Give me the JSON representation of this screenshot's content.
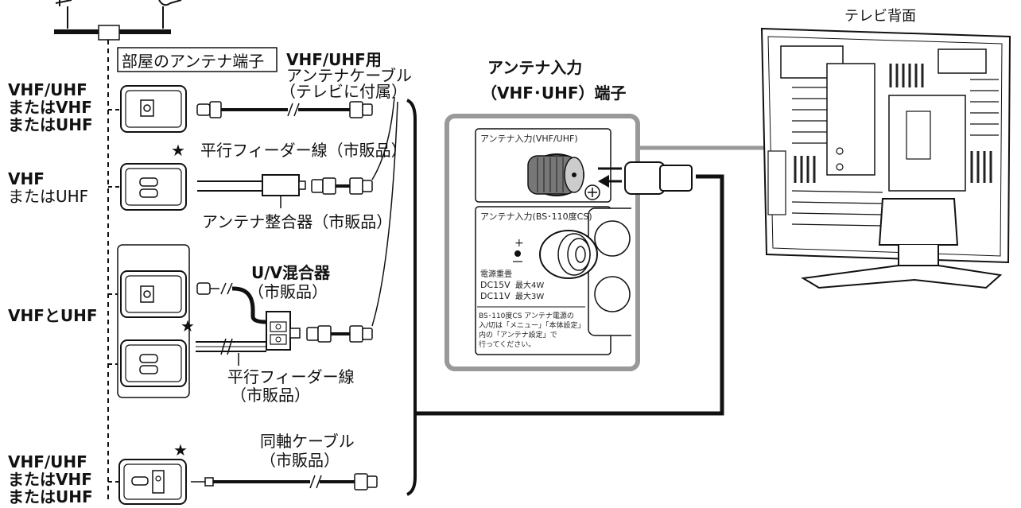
{
  "labels": {
    "room_terminal": "部屋のアンテナ端子",
    "cable_label_1": "VHF/UHF用",
    "cable_label_2": "アンテナケーブル",
    "cable_label_3": "（テレビに付属）",
    "terminal_label_1": "アンテナ入力",
    "terminal_label_2": "（VHF･UHF）端子",
    "tv_back": "テレビ背面",
    "vu_1_line1": "VHF/UHF",
    "vu_1_line2": "またはVHF",
    "vu_1_line3": "またはUHF",
    "v_or_u_line1": "VHF",
    "v_or_u_line2": "またはUHF",
    "vhf_and_uhf": "VHFとUHF",
    "vu_2_line1": "VHF/UHF",
    "vu_2_line2": "またはVHF",
    "vu_2_line3": "またはUHF",
    "feeder_line": "平行フィーダー線（市販品）",
    "antenna_matcher": "アンテナ整合器（市販品）",
    "mixer_1": "U/V混合器",
    "mixer_2": "（市販品）",
    "feeder2_1": "平行フィーダー線",
    "feeder2_2": "（市販品）",
    "coax_1": "同軸ケーブル",
    "coax_2": "（市販品）",
    "star": "★"
  },
  "panel": {
    "vhf_uhf_input": "アンテナ入力(VHF/UHF)",
    "bs_cs_input": "アンテナ入力(BS･110度CS)",
    "power_label": "電源重畳",
    "dc15v": "DC15V",
    "max4w": "最大4W",
    "dc11v": "DC11V",
    "max3w": "最大3W",
    "note_1": "BS･110度CS アンテナ電源の",
    "note_2": "入/切は「メニュー」「本体設定」",
    "note_3": "内の「アンテナ設定」で",
    "note_4": "行ってください。"
  }
}
